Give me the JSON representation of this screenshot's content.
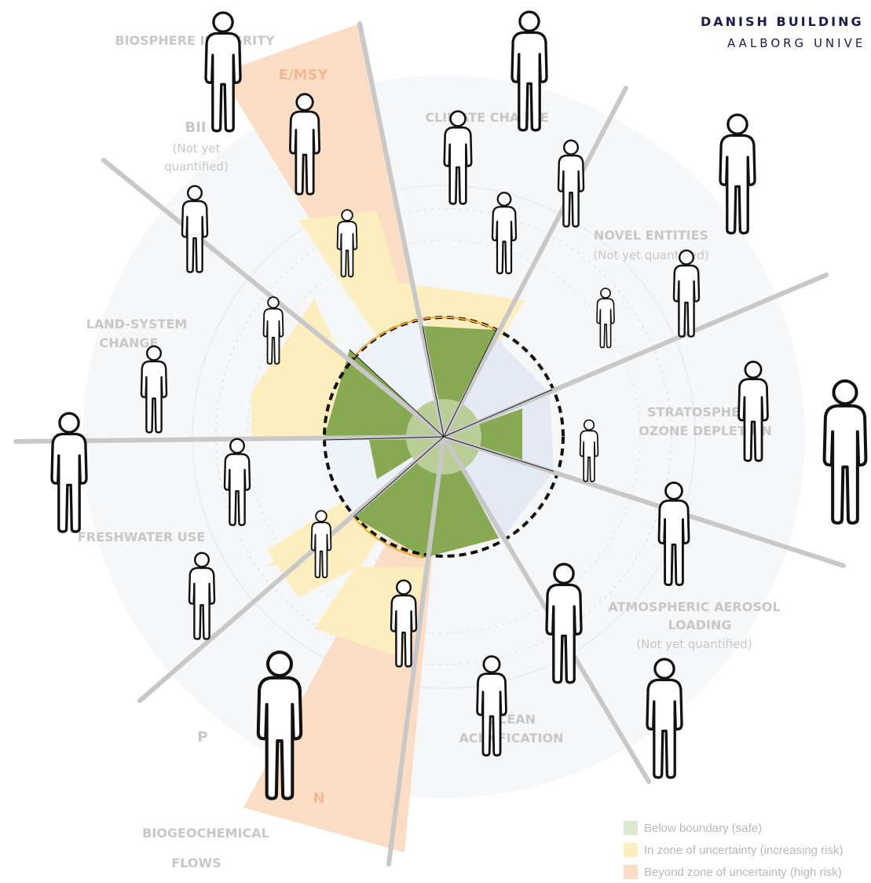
{
  "brand": {
    "line1": "DANISH BUILDING",
    "line2": "AALBORG UNIVE"
  },
  "colors": {
    "safe": "#86a952",
    "uncertainty": "#fdeec0",
    "high_risk": "#fbdcc4",
    "unquantified": "#e4e9f3",
    "boundary": "#111111",
    "label": "#c7c7c7"
  },
  "categories": {
    "biosphere": {
      "title": "BIOSPHERE INTEGRITY",
      "emsy": "E/MSY",
      "bii": "BII",
      "bii_note_1": "(Not yet",
      "bii_note_2": "quantified)"
    },
    "climate": {
      "title": "CLIMATE CHANGE"
    },
    "novel": {
      "title": "NOVEL ENTITIES",
      "note": "(Not yet quantified)"
    },
    "ozone": {
      "title_1": "STRATOSPHERIC",
      "title_2": "OZONE DEPLETION"
    },
    "aerosol": {
      "title_1": "ATMOSPHERIC AEROSOL",
      "title_2": "LOADING",
      "note": "(Not yet quantified)"
    },
    "ocean": {
      "title_1": "OCEAN",
      "title_2": "ACIDIFICATION"
    },
    "biogeo": {
      "title_1": "BIOGEOCHEMICAL",
      "title_2": "FLOWS",
      "p": "P",
      "n": "N"
    },
    "freshwater": {
      "title": "FRESHWATER USE"
    },
    "land": {
      "title_1": "LAND-SYSTEM",
      "title_2": "CHANGE"
    }
  },
  "legend": [
    {
      "color": "#dde8d0",
      "label": "Below boundary (safe)"
    },
    {
      "color": "#fdeec0",
      "label": "In zone of uncertainty (increasing risk)"
    },
    {
      "color": "#fbdcc4",
      "label": "Beyond zone of uncertainty (high risk)"
    }
  ],
  "figure_icon": "person-outline-icon"
}
